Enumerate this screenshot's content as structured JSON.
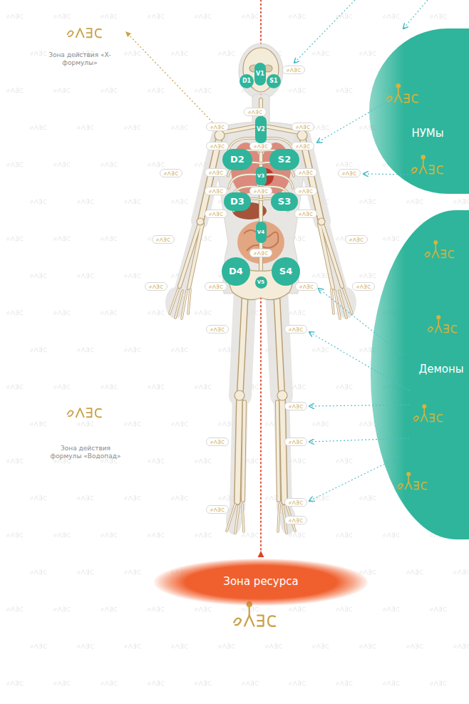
{
  "diagram": {
    "nodes": [
      {
        "text": [
          "НУМы"
        ]
      },
      {
        "text": [
          "V1"
        ]
      },
      {
        "text": [
          "D1"
        ]
      },
      {
        "text": [
          "S1"
        ]
      },
      {
        "text": [
          "V2"
        ]
      },
      {
        "text": [
          "D2"
        ]
      },
      {
        "text": [
          "S2"
        ]
      },
      {
        "text": [
          "V3"
        ]
      },
      {
        "text": [
          "D3"
        ]
      },
      {
        "text": [
          "S3"
        ]
      },
      {
        "text": [
          "Демоны"
        ]
      },
      {
        "text": [
          "V4"
        ]
      },
      {
        "text": [
          "D4"
        ]
      },
      {
        "text": [
          "S4"
        ]
      },
      {
        "text": [
          "V5"
        ]
      },
      {
        "text": [
          "Зона ресурса"
        ]
      }
    ],
    "labels": [
      "Зона действия «Х-формулы»",
      "Зона действия формулы «Водопад»"
    ]
  }
}
